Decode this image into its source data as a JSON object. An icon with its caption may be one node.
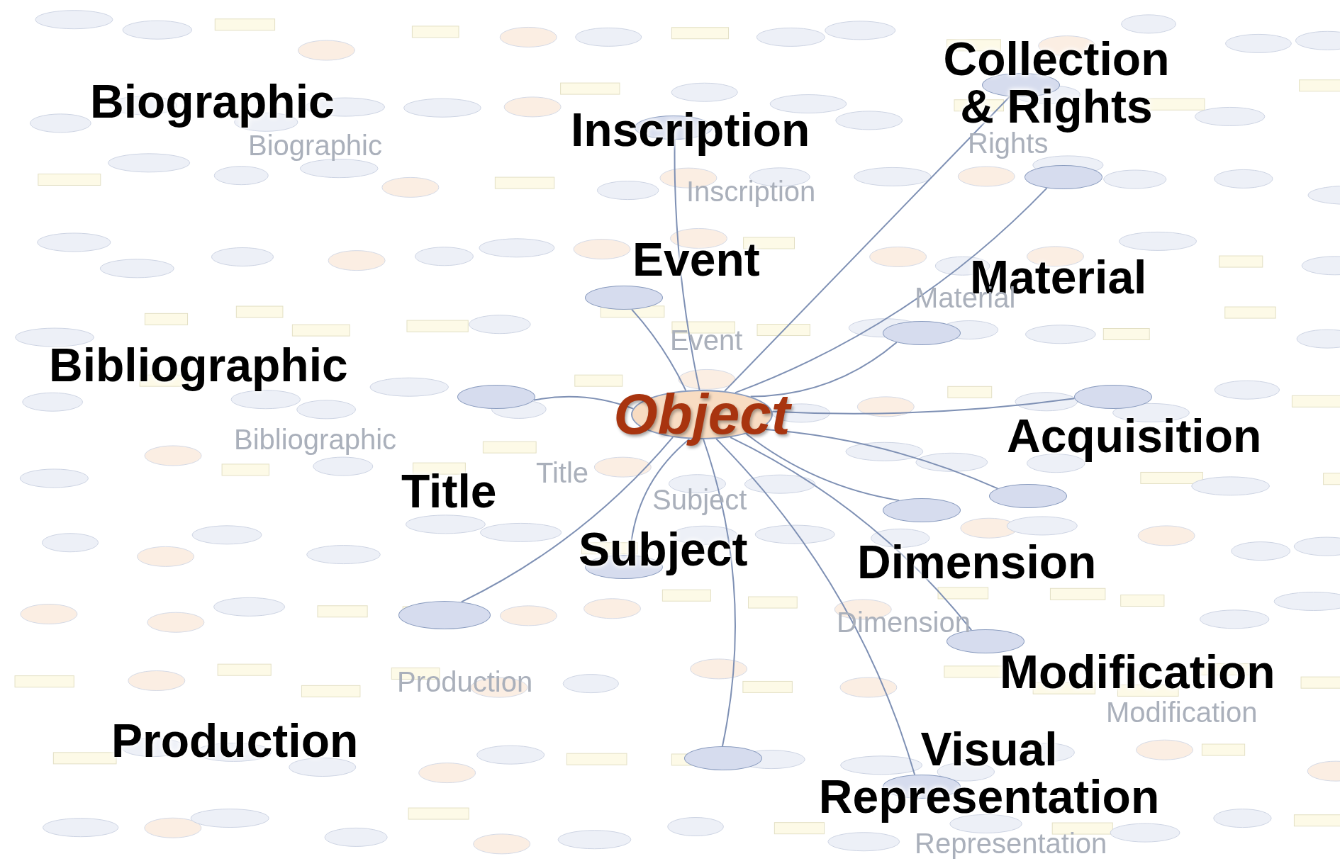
{
  "diagram": {
    "nodes": [
      {
        "text": [
          "Object"
        ]
      },
      {
        "text": [],
        "shape": "ellipse"
      },
      {
        "text": [],
        "shape": "ellipse"
      },
      {
        "text": [],
        "shape": "ellipse"
      },
      {
        "text": [],
        "shape": "ellipse"
      },
      {
        "text": [],
        "shape": "ellipse"
      },
      {
        "text": [],
        "shape": "ellipse"
      },
      {
        "text": [],
        "shape": "ellipse"
      },
      {
        "text": [],
        "shape": "ellipse"
      },
      {
        "text": [],
        "shape": "ellipse"
      },
      {
        "text": [],
        "shape": "ellipse"
      },
      {
        "text": [],
        "shape": "ellipse"
      },
      {
        "text": [],
        "shape": "ellipse"
      },
      {
        "text": [],
        "shape": "ellipse"
      },
      {
        "text": [],
        "shape": "ellipse"
      }
    ],
    "edges": [
      {
        "from": 0,
        "to": 1,
        "arrow": "none"
      },
      {
        "from": 0,
        "to": 2,
        "arrow": "none"
      },
      {
        "from": 0,
        "to": 3,
        "arrow": "none"
      },
      {
        "from": 0,
        "to": 4,
        "arrow": "none"
      },
      {
        "from": 0,
        "to": 5,
        "arrow": "none"
      },
      {
        "from": 0,
        "to": 6,
        "arrow": "none"
      },
      {
        "from": 0,
        "to": 7,
        "arrow": "none"
      },
      {
        "from": 0,
        "to": 8,
        "arrow": "none"
      },
      {
        "from": 0,
        "to": 9,
        "arrow": "none"
      },
      {
        "from": 0,
        "to": 10,
        "arrow": "none"
      },
      {
        "from": 0,
        "to": 11,
        "arrow": "none"
      },
      {
        "from": 0,
        "to": 12,
        "arrow": "none"
      },
      {
        "from": 0,
        "to": 13,
        "arrow": "none"
      },
      {
        "from": 0,
        "to": 14,
        "arrow": "none"
      }
    ],
    "labels": [
      "Collection & Rights",
      "Biographic",
      "Inscription",
      "Biographic",
      "Rights",
      "Inscription",
      "Event",
      "Material",
      "Material",
      "Event",
      "Bibliographic",
      "Bibliographic",
      "Acquisition",
      "Title",
      "Title",
      "Subject",
      "Subject",
      "Dimension",
      "Dimension",
      "Production",
      "Modification",
      "Modification",
      "Production",
      "Visual Representation",
      "Representation"
    ]
  }
}
